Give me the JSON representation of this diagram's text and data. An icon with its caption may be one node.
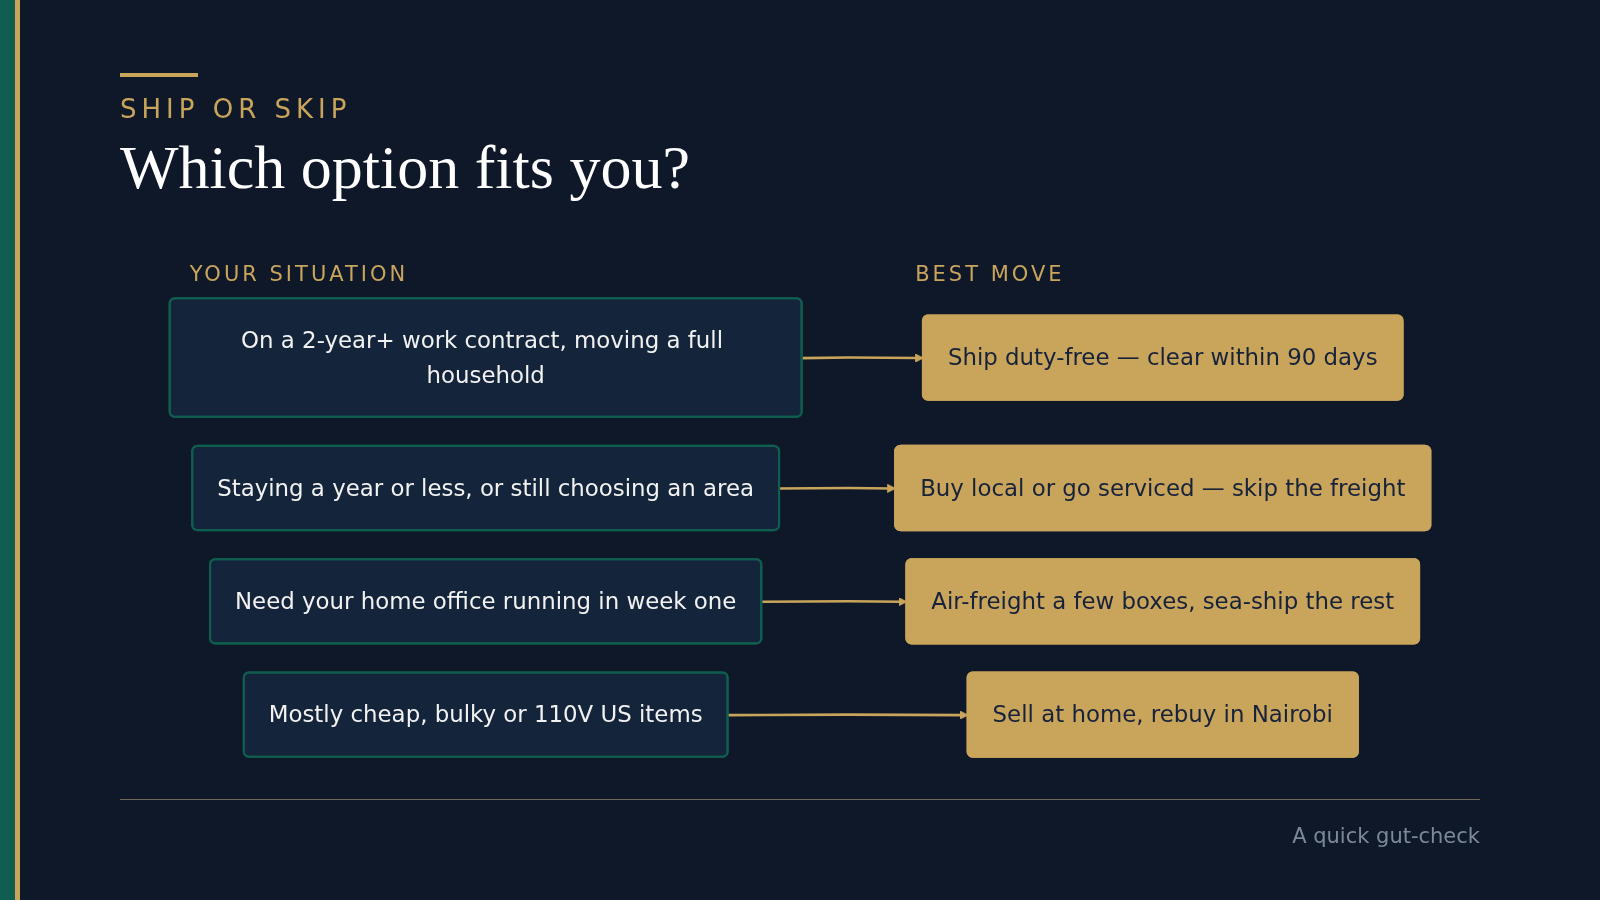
{
  "diagram": {
    "title": "Which option fits you?",
    "caption": "A quick gut-check",
    "nodes": [
      {
        "text": [
          "On a 2-year+ work contract, moving a full household"
        ]
      },
      {
        "text": [
          "Ship duty-free — clear within 90 days"
        ]
      },
      {
        "text": [
          "Staying a year or less, or still choosing an area"
        ]
      },
      {
        "text": [
          "Buy local or go serviced — skip the freight"
        ]
      },
      {
        "text": [
          "Need your home office running in week one"
        ]
      },
      {
        "text": [
          "Air-freight a few boxes, sea-ship the rest"
        ]
      },
      {
        "text": [
          "Mostly cheap, bulky or 110V US items"
        ]
      },
      {
        "text": [
          "Sell at home, rebuy in Nairobi"
        ]
      }
    ],
    "edges": [
      {
        "from": 0,
        "to": 1,
        "arrow": "to"
      },
      {
        "from": 2,
        "to": 3,
        "arrow": "to"
      },
      {
        "from": 4,
        "to": 5,
        "arrow": "to"
      },
      {
        "from": 6,
        "to": 7,
        "arrow": "to"
      }
    ],
    "labels": [
      "SHIP OR SKIP",
      "YOUR SITUATION",
      "BEST MOVE"
    ]
  }
}
